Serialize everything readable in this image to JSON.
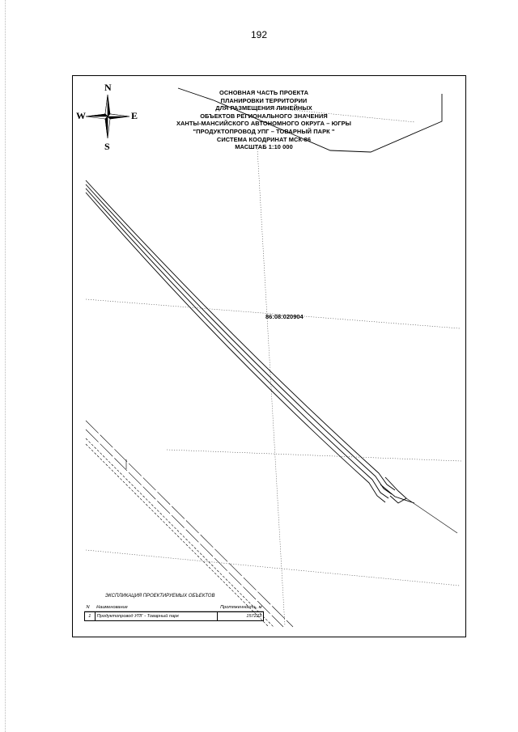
{
  "page": {
    "number": "192"
  },
  "compass": {
    "north": "N",
    "south": "S",
    "west": "W",
    "east": "E"
  },
  "title": {
    "lines": [
      "ОСНОВНАЯ ЧАСТЬ ПРОЕКТА",
      "ПЛАНИРОВКИ ТЕРРИТОРИИ",
      "ДЛЯ РАЗМЕЩЕНИЯ ЛИНЕЙНЫХ",
      "ОБЪЕКТОВ РЕГИОНАЛЬНОГО ЗНАЧЕНИЯ",
      "ХАНТЫ-МАНСИЙСКОГО АВТОНОМНОГО ОКРУГА – ЮГРЫ",
      "\"ПРОДУКТОПРОВОД УПГ – ТОВАРНЫЙ ПАРК \"",
      "СИСТЕМА КООДРИНАТ МСК-86",
      "МАСШТАБ 1:10 000"
    ]
  },
  "map": {
    "cadastral_label": "86:08:020904"
  },
  "explication": {
    "title": "ЭКСПЛИКАЦИЯ ПРОЕКТИРУЕМЫХ ОБЪЕКТОВ",
    "headers": {
      "num": "N",
      "name": "Наименование",
      "length": "Протяженность, м"
    },
    "rows": [
      {
        "num": "1",
        "name": "Продуктопровод УПГ - Товарный парк",
        "length": "157223"
      }
    ]
  }
}
